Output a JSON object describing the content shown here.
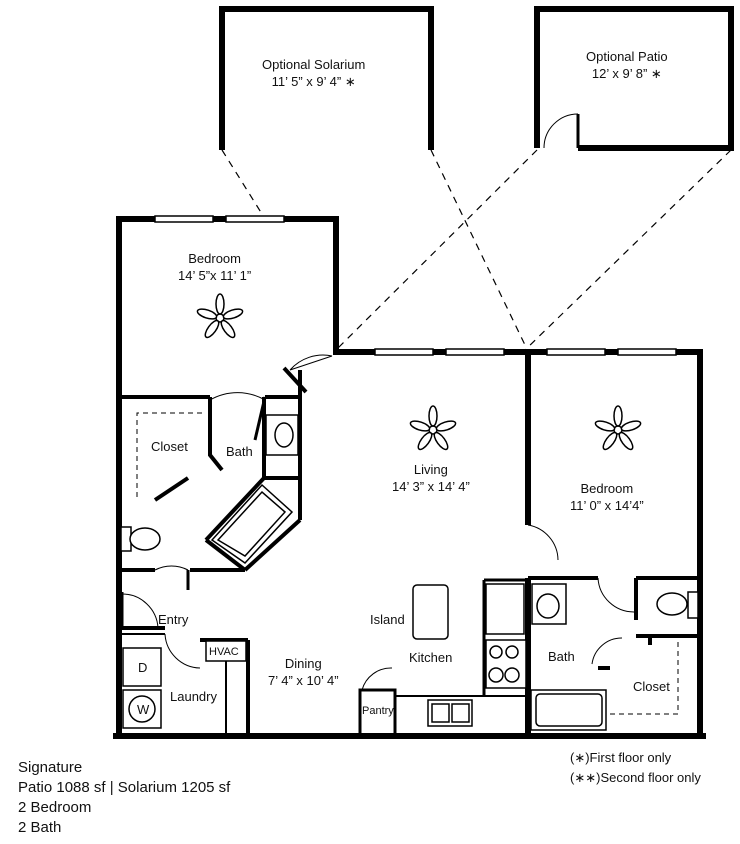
{
  "rooms": {
    "solarium": {
      "name": "Optional Solarium",
      "dims": "11’ 5” x 9’ 4” ∗"
    },
    "patio": {
      "name": "Optional Patio",
      "dims": "12’ x 9’ 8” ∗"
    },
    "bedroom_left": {
      "name": "Bedroom",
      "dims": "14’ 5”x 11’ 1”"
    },
    "bedroom_right": {
      "name": "Bedroom",
      "dims": "11’ 0” x 14’4”"
    },
    "living": {
      "name": "Living",
      "dims": "14’ 3” x 14’ 4”"
    },
    "dining": {
      "name": "Dining",
      "dims": "7’ 4” x 10’ 4”"
    },
    "closet_left": "Closet",
    "closet_right": "Closet",
    "bath_left": "Bath",
    "bath_right": "Bath",
    "entry": "Entry",
    "laundry": "Laundry",
    "island": "Island",
    "kitchen": "Kitchen",
    "pantry": "Pantry",
    "hvac": "HVAC",
    "dryer": "D",
    "washer": "W"
  },
  "info": {
    "name": "Signature",
    "area": "Patio 1088 sf | Solarium 1205 sf",
    "bedrooms": "2 Bedroom",
    "baths": "2 Bath"
  },
  "legend": {
    "first": "(∗)First floor only",
    "second": "(∗∗)Second floor only"
  },
  "colors": {
    "wall": "#000000",
    "background": "#ffffff"
  }
}
